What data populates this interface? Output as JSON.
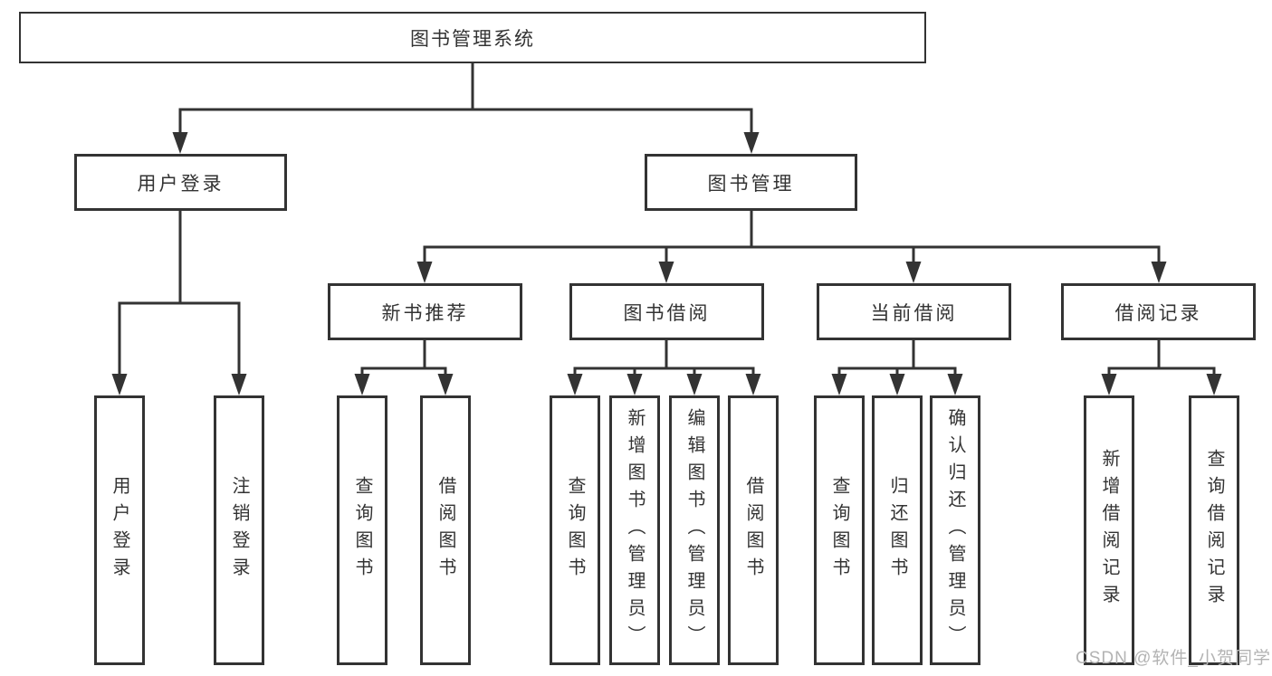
{
  "colors": {
    "line": "#333333",
    "text": "#333333",
    "box_background": "#ffffff",
    "watermark": "#b3b3b3"
  },
  "nodes": {
    "root": "图书管理系统",
    "level2": [
      "用户登录",
      "图书管理"
    ],
    "level3": [
      "新书推荐",
      "图书借阅",
      "当前借阅",
      "借阅记录"
    ],
    "leaves_user_login": [
      "用户登录",
      "注销登录"
    ],
    "leaves_new_book": [
      "查询图书",
      "借阅图书"
    ],
    "leaves_book_borrow": [
      "查询图书",
      "新增图书（管理员）",
      "编辑图书（管理员）",
      "借阅图书"
    ],
    "leaves_current_borrow": [
      "查询图书",
      "归还图书",
      "确认归还（管理员）"
    ],
    "leaves_borrow_record": [
      "新增借阅记录",
      "查询借阅记录"
    ]
  },
  "watermark": "CSDN @软件_小贺同学"
}
